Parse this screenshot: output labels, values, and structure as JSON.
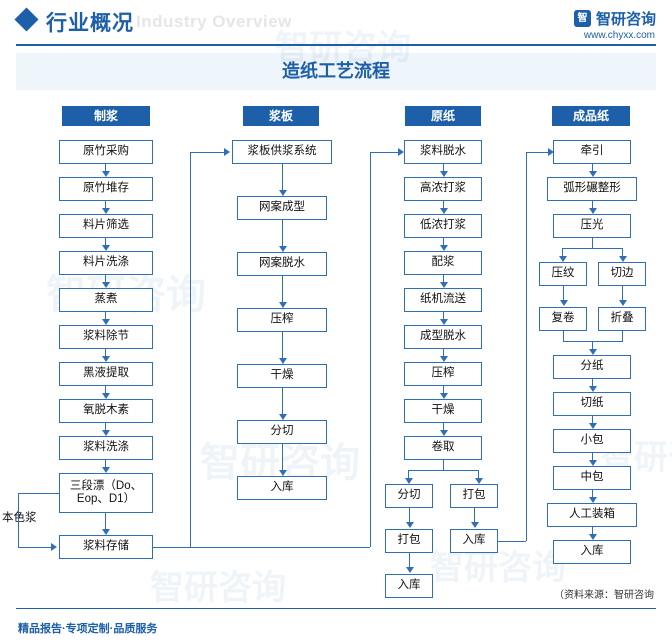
{
  "header": {
    "title": "行业概况",
    "subtitle": "Industry Overview",
    "logo_mark": "智",
    "logo_text": "智研咨询",
    "url": "www.chyxx.com"
  },
  "chart_title": "造纸工艺流程",
  "footer": {
    "left": "精品报告·专项定制·品质服务",
    "right": "（资料来源：智研咨询"
  },
  "watermark": "智研咨询",
  "columns": [
    {
      "head": "制浆",
      "nodes": [
        "原竹采购",
        "原竹堆存",
        "料片筛选",
        "料片洗涤",
        "蒸煮",
        "浆料除节",
        "黑液提取",
        "氧脱木素",
        "浆料洗涤",
        "三段漂（Do、Eop、D1）",
        "浆料存储"
      ],
      "side_label": "本色浆"
    },
    {
      "head": "浆板",
      "nodes": [
        "浆板供浆系统",
        "网案成型",
        "网案脱水",
        "压榨",
        "干燥",
        "分切",
        "入库"
      ]
    },
    {
      "head": "原纸",
      "nodes": [
        "浆料脱水",
        "高浓打浆",
        "低浓打浆",
        "配浆",
        "纸机流送",
        "成型脱水",
        "压榨",
        "干燥",
        "卷取"
      ],
      "branch": [
        "分切",
        "打包",
        "打包",
        "入库",
        "入库"
      ]
    },
    {
      "head": "成品纸",
      "nodes": [
        "牵引",
        "弧形碾整形",
        "压光"
      ],
      "pair1": [
        "压纹",
        "切边"
      ],
      "pair2": [
        "复卷",
        "折叠"
      ],
      "tail": [
        "分纸",
        "切纸",
        "小包",
        "中包",
        "人工装箱",
        "入库"
      ]
    }
  ]
}
